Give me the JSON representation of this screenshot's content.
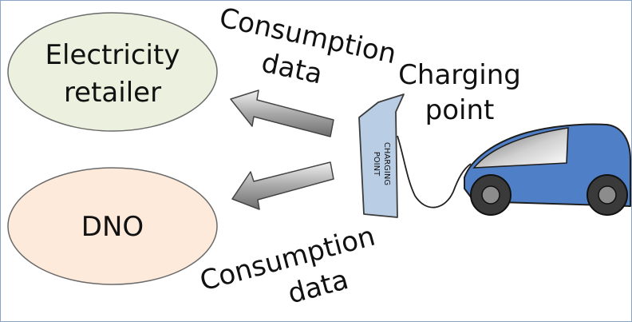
{
  "nodes": {
    "retailer": {
      "line1": "Electricity",
      "line2": "retailer"
    },
    "dno": {
      "label": "DNO"
    },
    "charging_point": {
      "line1": "Charging",
      "line2": "point",
      "sign_line1": "CHARGING",
      "sign_line2": "POINT"
    }
  },
  "flows": {
    "to_retailer": {
      "line1": "Consumption",
      "line2": "data"
    },
    "to_dno": {
      "line1": "Consumption",
      "line2": "data"
    }
  },
  "colors": {
    "retailer_fill": "#ebf1de",
    "dno_fill": "#fdeada",
    "charging_point_fill": "#b9cde5",
    "car_body": "#4f7fc6",
    "frame_border": "#8aa4c8"
  }
}
